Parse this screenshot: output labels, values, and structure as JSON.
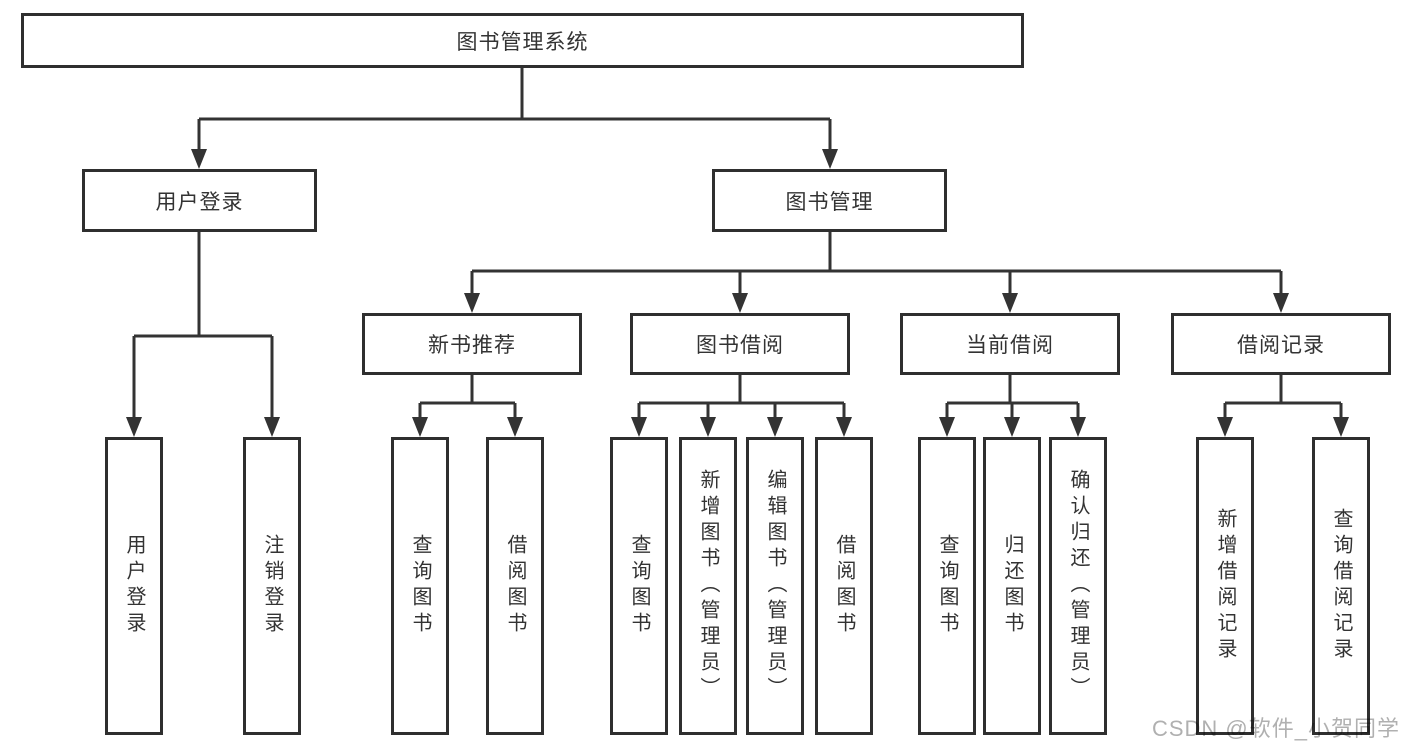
{
  "diagram": {
    "root": {
      "label": "图书管理系统"
    },
    "branches": [
      {
        "label": "用户登录",
        "children": [
          {
            "label": "用户登录"
          },
          {
            "label": "注销登录"
          }
        ]
      },
      {
        "label": "图书管理",
        "children": [
          {
            "label": "新书推荐",
            "children": [
              {
                "label": "查询图书"
              },
              {
                "label": "借阅图书"
              }
            ]
          },
          {
            "label": "图书借阅",
            "children": [
              {
                "label": "查询图书"
              },
              {
                "label": "新增图书（管理员）"
              },
              {
                "label": "编辑图书（管理员）"
              },
              {
                "label": "借阅图书"
              }
            ]
          },
          {
            "label": "当前借阅",
            "children": [
              {
                "label": "查询图书"
              },
              {
                "label": "归还图书"
              },
              {
                "label": "确认归还（管理员）"
              }
            ]
          },
          {
            "label": "借阅记录",
            "children": [
              {
                "label": "新增借阅记录"
              },
              {
                "label": "查询借阅记录"
              }
            ]
          }
        ]
      }
    ]
  },
  "watermark": {
    "text": "CSDN @软件_小贺同学"
  },
  "colors": {
    "background": "#ffffff",
    "line": "#333333",
    "border": "#2f2f2f",
    "text": "#333333",
    "watermark": "#b0b0b0"
  }
}
